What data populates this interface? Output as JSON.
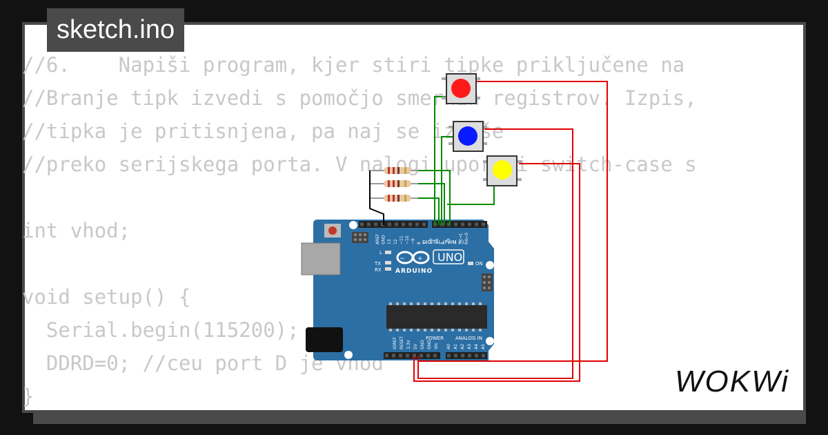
{
  "header": {
    "title": "sketch.ino"
  },
  "code_lines": [
    "//6.    Napiši program, kjer stiri tipke priključene na",
    "//Branje tipk izvedi s pomočjo smernih registrov. Izpis,",
    "//tipka je pritisnjena, pa naj se izpiše",
    "//preko serijskega porta. V nalogi uporabi switch-case s",
    "",
    "int vhod;",
    "",
    "void setup() {",
    "  Serial.begin(115200);",
    "  DDRD=0; //ceu port D je vhod",
    "}"
  ],
  "board": {
    "name": "UNO",
    "brand": "ARDUINO",
    "digital_label": "DIGITAL (PWM ~)",
    "power_label": "POWER",
    "analog_label": "ANALOG IN",
    "on_label": "ON",
    "led_labels": [
      "L",
      "TX",
      "RX"
    ],
    "top_pins": [
      "AREF",
      "GND",
      "13",
      "12",
      "~11",
      "~10",
      "~9",
      "8",
      "7",
      "~6",
      "~5",
      "4",
      "~3",
      "2",
      "TX→1",
      "RX←0"
    ],
    "power_pins": [
      "IOREF",
      "RESET",
      "3.3V",
      "5V",
      "GND",
      "GND",
      "Vin"
    ],
    "analog_pins": [
      "A0",
      "A1",
      "A2",
      "A3",
      "A4",
      "A5"
    ],
    "color": "#2c6fa5"
  },
  "buttons": [
    {
      "color": "#ff1a1a",
      "name": "red"
    },
    {
      "color": "#0a1aff",
      "name": "blue"
    },
    {
      "color": "#ffff00",
      "name": "yellow"
    }
  ],
  "wire_colors": {
    "signal": "#008a00",
    "power": "#e00000",
    "ground": "#000000"
  },
  "footer": {
    "brand": "WOKWi"
  }
}
